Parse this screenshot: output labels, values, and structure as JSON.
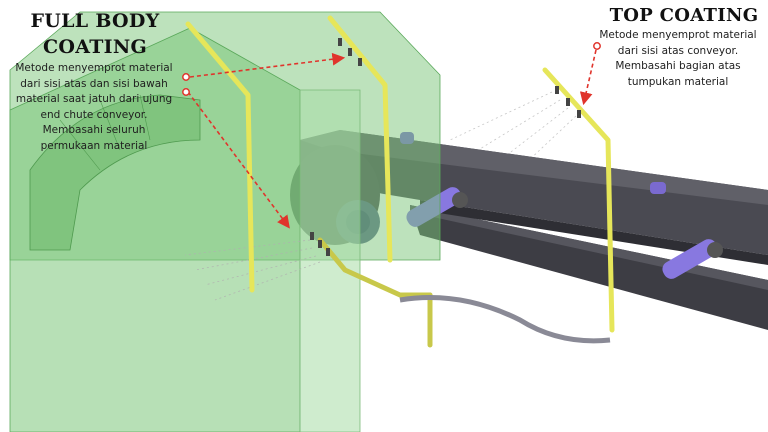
{
  "full_body": {
    "title_line1": "FULL BODY",
    "title_line2": "COATING",
    "desc_lines": [
      "Metode menyemprot material",
      "dari sisi atas dan sisi bawah",
      "material saat jatuh dari ujung",
      "end chute conveyor.",
      "Membasahi seluruh",
      "permukaan material"
    ]
  },
  "top": {
    "title": "TOP COATING",
    "desc_lines": [
      "Metode menyemprot material",
      "dari sisi atas conveyor.",
      "Membasahi bagian atas",
      "tumpukan material"
    ]
  },
  "colors": {
    "chute_green": "#7cc67a",
    "belt_dark": "#45454c",
    "pipe_yellow": "#e6e65a",
    "idler_purple": "#7a6ad0",
    "pointer_red": "#e0342c"
  }
}
